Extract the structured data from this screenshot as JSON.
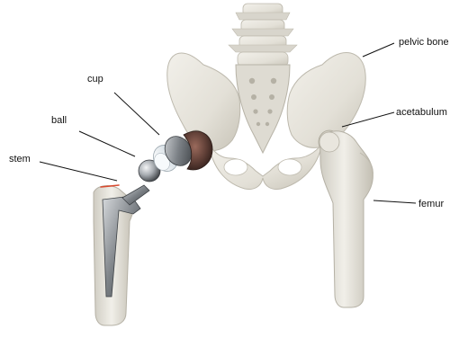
{
  "labels": {
    "pelvic_bone": "pelvic bone",
    "acetabulum": "acetabulum",
    "femur": "femur",
    "cup": "cup",
    "ball": "ball",
    "stem": "stem"
  },
  "colors": {
    "background": "#ffffff",
    "bone": "#e6e4dc",
    "bone_shadow": "#c9c6bb",
    "metal": "#8e9296",
    "metal_dark": "#4a4e52",
    "liner": "#e8eef3",
    "cup_shell": "#5a3b33",
    "text": "#111111",
    "cut_mark": "#d94a2f"
  },
  "icons": {
    "pelvis": "pelvis-illustration",
    "spine": "lumbar-spine-illustration",
    "femur": "femur-illustration",
    "implant": "hip-implant-illustration"
  }
}
